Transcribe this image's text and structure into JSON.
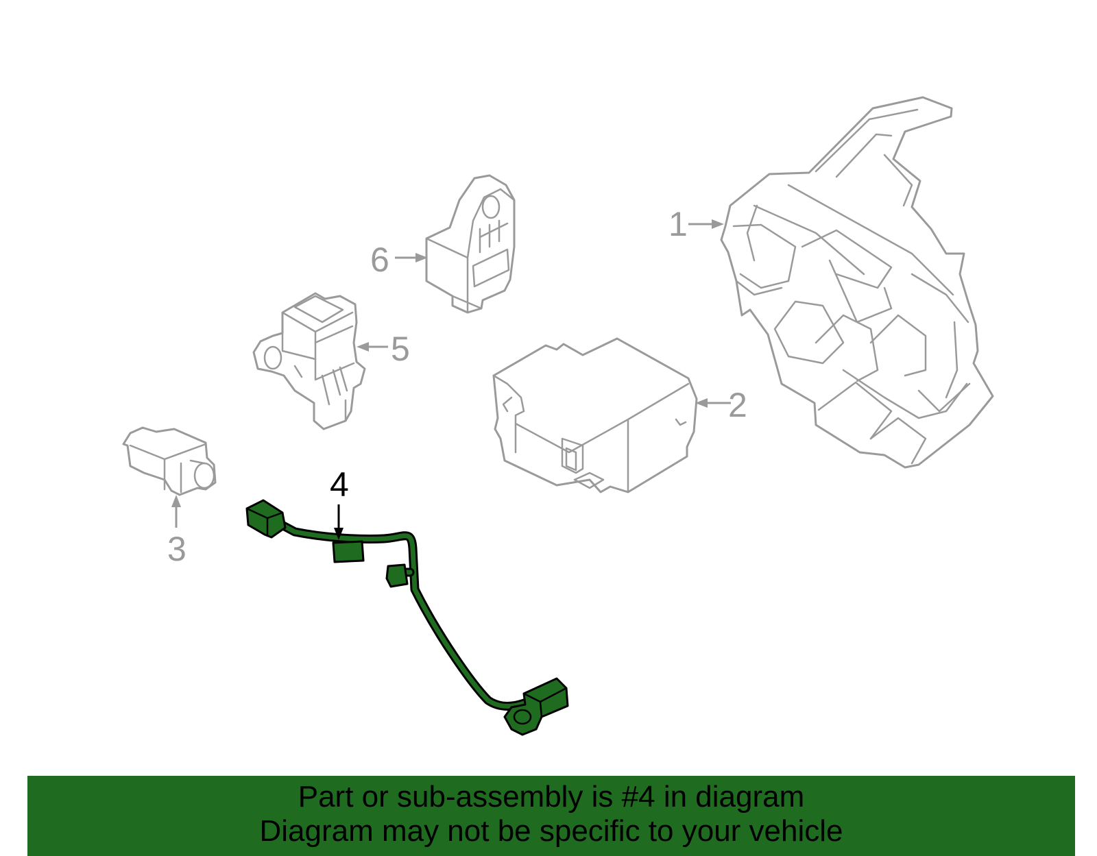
{
  "diagram": {
    "callouts": [
      {
        "number": "1",
        "highlighted": false
      },
      {
        "number": "2",
        "highlighted": false
      },
      {
        "number": "3",
        "highlighted": false
      },
      {
        "number": "4",
        "highlighted": true
      },
      {
        "number": "5",
        "highlighted": false
      },
      {
        "number": "6",
        "highlighted": false
      }
    ],
    "colors": {
      "highlight": "#1f6b1f",
      "part_outline": "#9a9a9a",
      "banner_background": "#1f6b1f",
      "text_active": "#000000"
    }
  },
  "banner": {
    "line1": "Part or sub-assembly is #4 in diagram",
    "line2": "Diagram may not be specific to your vehicle"
  }
}
